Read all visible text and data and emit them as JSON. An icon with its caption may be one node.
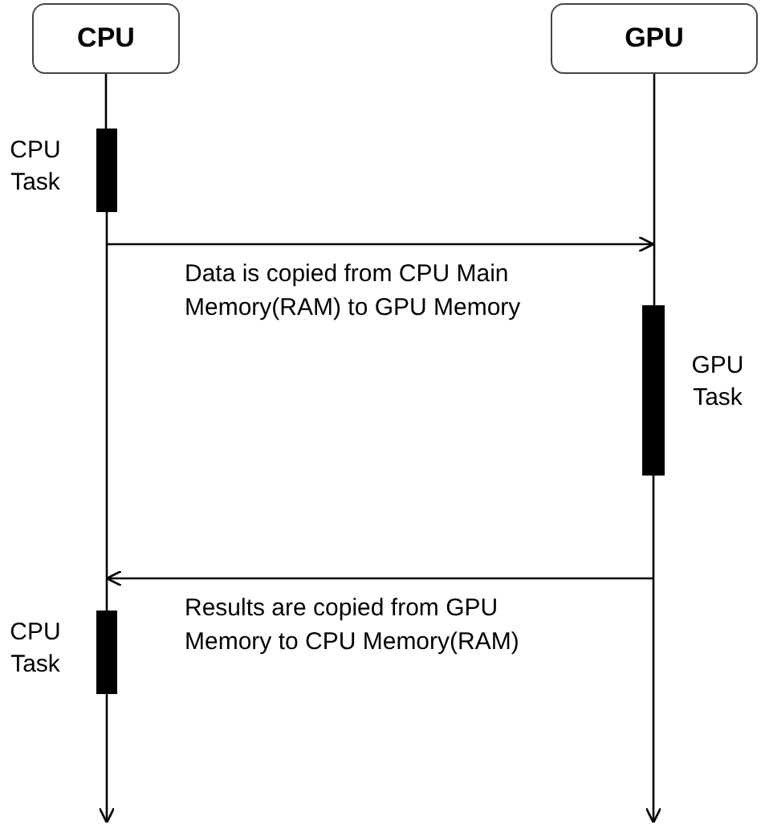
{
  "diagram": {
    "nodes": [
      {
        "text": [
          "CPU"
        ]
      },
      {
        "text": [
          "GPU"
        ]
      },
      {
        "text": [],
        "shape": "bar",
        "beside": [
          "CPU Task"
        ]
      },
      {
        "text": [],
        "shape": "bar",
        "beside": [
          "GPU Task"
        ]
      },
      {
        "text": [],
        "shape": "bar",
        "beside": [
          "CPU Task"
        ]
      }
    ],
    "edges": [
      {
        "from": 0,
        "to": 2,
        "arrow": "none"
      },
      {
        "from": 2,
        "to": 4,
        "arrow": "none"
      },
      {
        "from": 4,
        "to": null,
        "arrow": "to"
      },
      {
        "from": 1,
        "to": 3,
        "arrow": "none"
      },
      {
        "from": 3,
        "to": null,
        "arrow": "to"
      },
      {
        "from": 2,
        "to": 3,
        "arrow": "to",
        "label": "Data is copied from CPU Main Memory(RAM) to GPU Memory"
      },
      {
        "from": 3,
        "to": 4,
        "arrow": "to",
        "label": "Results are copied from GPU Memory to CPU Memory(RAM)"
      }
    ]
  }
}
